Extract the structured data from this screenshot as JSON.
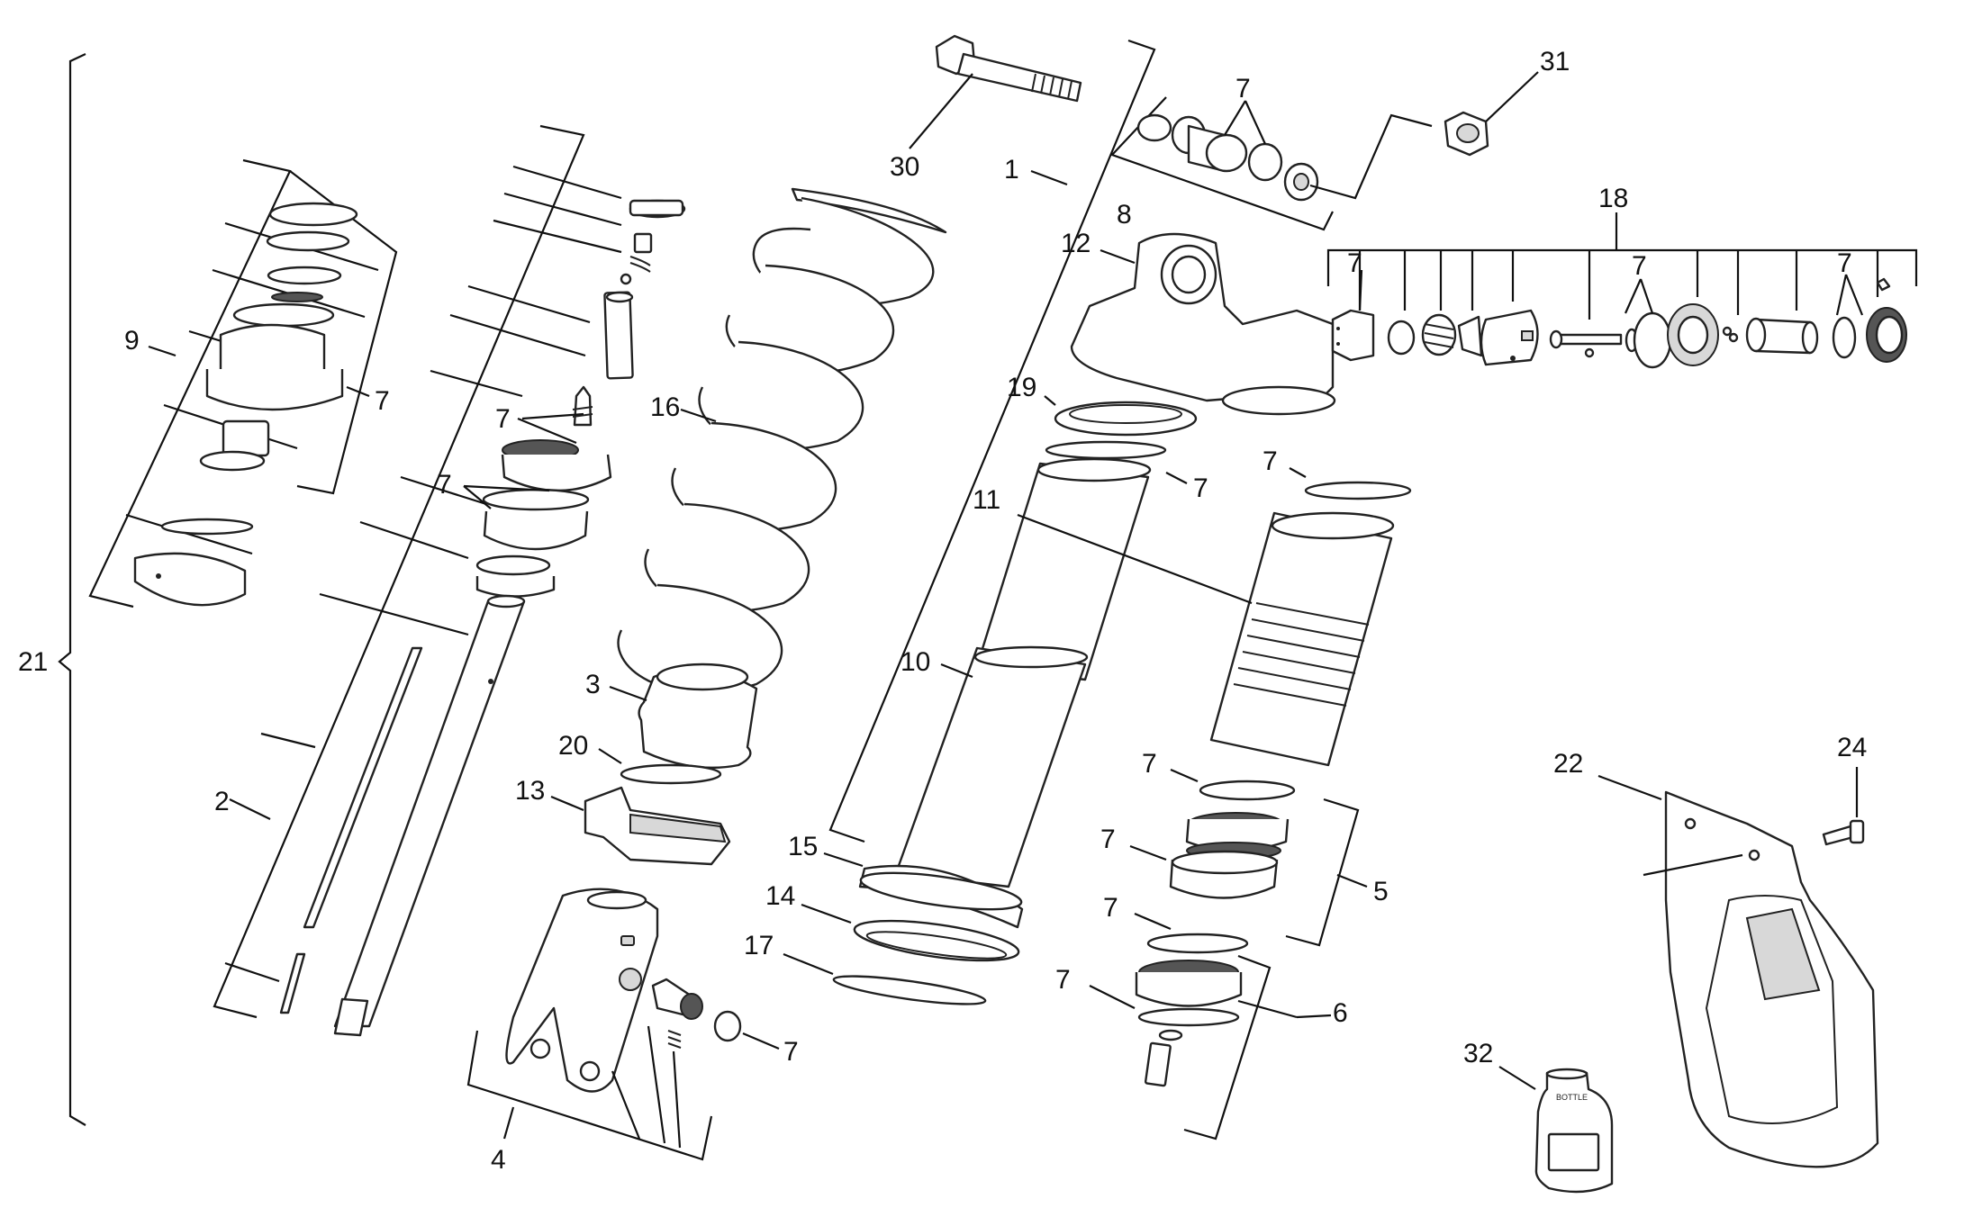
{
  "labels": {
    "l1": "1",
    "l2": "2",
    "l3": "3",
    "l4": "4",
    "l5": "5",
    "l6": "6",
    "l7": "7",
    "l8": "8",
    "l9": "9",
    "l10": "10",
    "l11": "11",
    "l12": "12",
    "l13": "13",
    "l14": "14",
    "l15": "15",
    "l16": "16",
    "l17": "17",
    "l18": "18",
    "l19": "19",
    "l20": "20",
    "l21": "21",
    "l22": "22",
    "l24": "24",
    "l30": "30",
    "l31": "31",
    "l32": "32"
  },
  "bottle_label": "BOTTLE"
}
